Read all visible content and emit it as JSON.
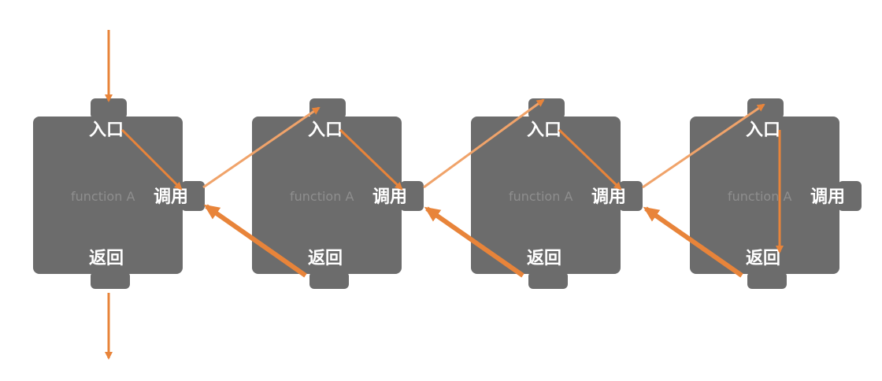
{
  "blocks": [
    {
      "entry": "入口",
      "function_name": "function A",
      "call": "调用",
      "return": "返回"
    },
    {
      "entry": "入口",
      "function_name": "function A",
      "call": "调用",
      "return": "返回"
    },
    {
      "entry": "入口",
      "function_name": "function A",
      "call": "调用",
      "return": "返回"
    },
    {
      "entry": "入口",
      "function_name": "function A",
      "call": "调用",
      "return": "返回"
    }
  ],
  "colors": {
    "block": "#6c6c6c",
    "arrow": "#e8843a"
  }
}
